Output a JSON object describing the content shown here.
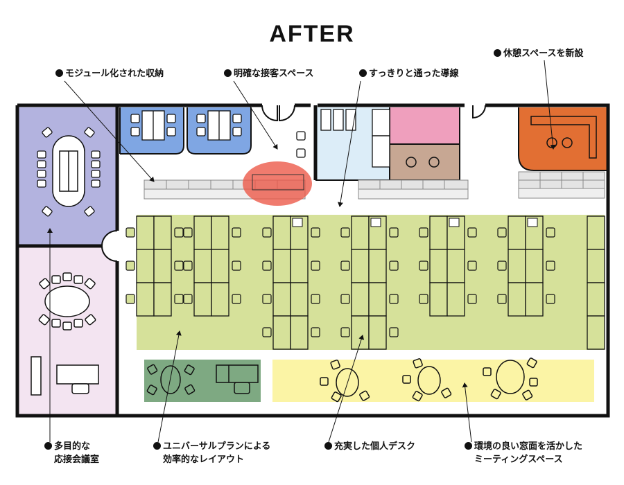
{
  "title": "AFTER",
  "labels": {
    "modular_storage": "モジュール化された収納",
    "reception_space": "明確な接客スペース",
    "flow_line": "すっきりと通った導線",
    "break_space": "休憩スペースを新設",
    "meeting_room_1": "多目的な",
    "meeting_room_2": "応接会議室",
    "universal_plan_1": "ユニバーサルプランによる",
    "universal_plan_2": "効率的なレイアウト",
    "personal_desk": "充実した個人デスク",
    "window_meeting_1": "環境の良い窓面を活かした",
    "window_meeting_2": "ミーティングスペース"
  },
  "colors": {
    "wall": "#111111",
    "meeting_room": "#b3b3df",
    "reception_room": "#f3e4f1",
    "booth_blue": "#7fa6e3",
    "light_blue": "#dcedf8",
    "pink": "#ef9fbd",
    "tan": "#c7a793",
    "orange": "#e26f33",
    "work_green": "#d6e19a",
    "dark_green": "#7ea982",
    "yellow": "#fbf4a5",
    "highlight_red": "#ec5a4a",
    "storage": "#e4e4e4"
  }
}
